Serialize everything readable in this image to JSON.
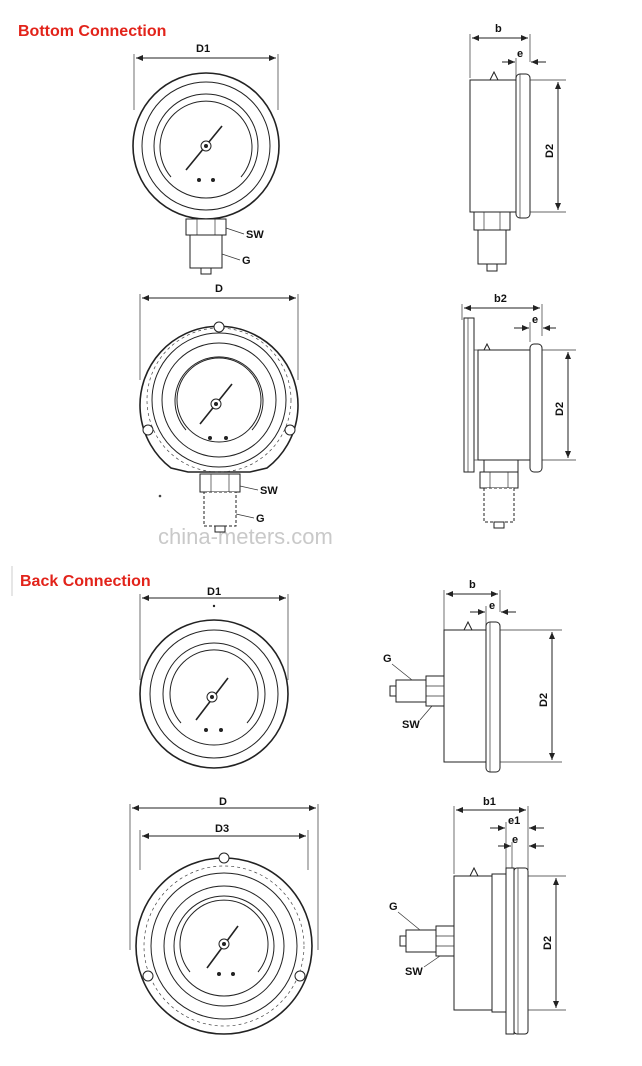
{
  "sections": {
    "bottom": "Bottom Connection",
    "back": "Back Connection"
  },
  "watermark": "china-meters.com",
  "labels": {
    "D1": "D1",
    "D": "D",
    "D2": "D2",
    "D3": "D3",
    "b": "b",
    "b1": "b1",
    "b2": "b2",
    "e": "e",
    "e1": "e1",
    "SW": "SW",
    "G": "G"
  },
  "colors": {
    "title": "#e2231a",
    "line": "#222222",
    "watermark": "#c9c9c9"
  }
}
